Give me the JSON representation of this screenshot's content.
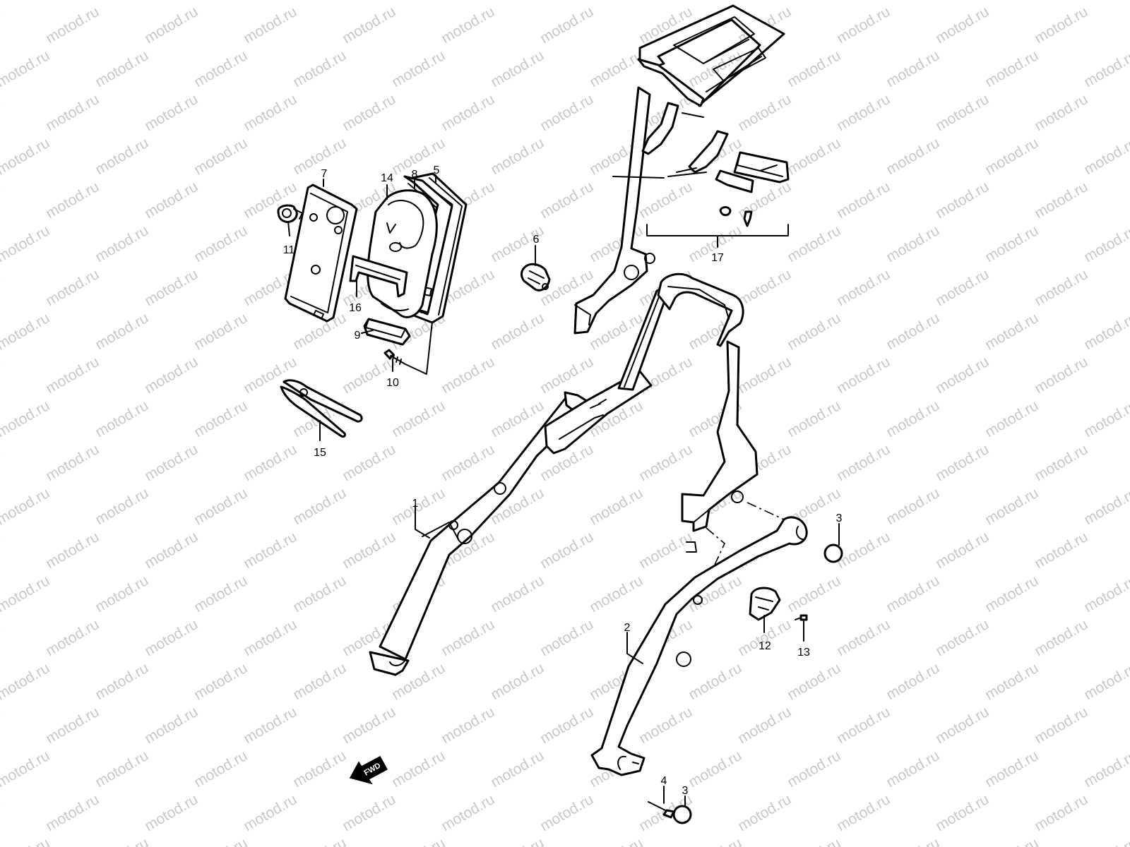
{
  "watermark": {
    "text": "motod.ru"
  },
  "callouts": {
    "c1": "1",
    "c2": "2",
    "c3a": "3",
    "c3b": "3",
    "c4": "4",
    "c5": "5",
    "c6": "6",
    "c7": "7",
    "c8": "8",
    "c9": "9",
    "c10": "10",
    "c11": "11",
    "c12": "12",
    "c13": "13",
    "c14": "14",
    "c15": "15",
    "c16": "16",
    "c17": "17"
  },
  "direction_arrow": {
    "label": "FWD"
  }
}
